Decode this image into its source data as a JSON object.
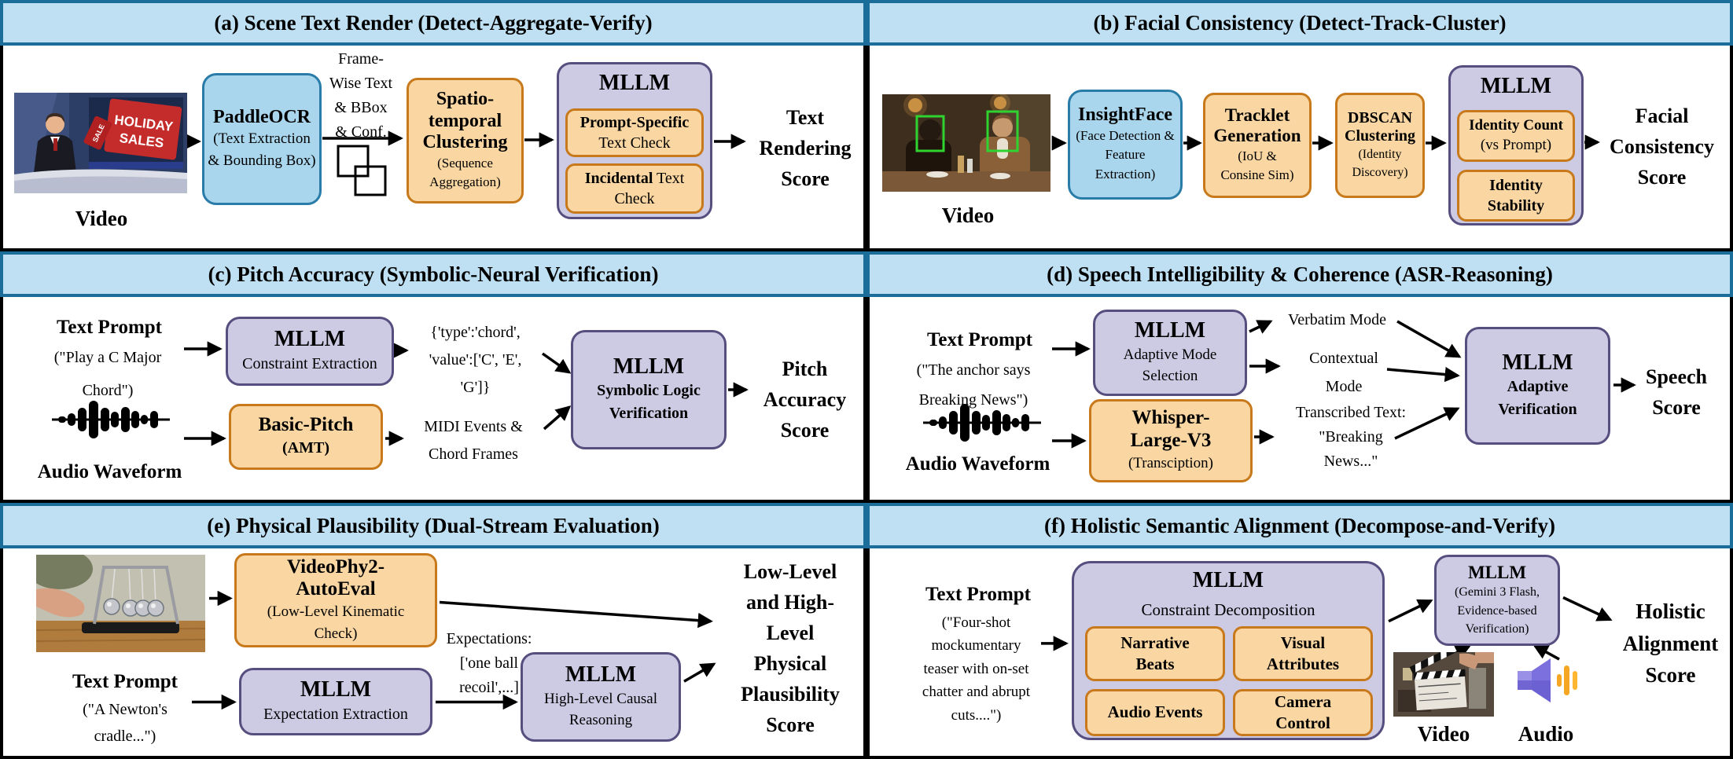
{
  "figure_title": "Multi-dimensional audio-video evaluation pipelines",
  "colors": {
    "header_fill": "#BEE0F2",
    "header_border": "#1A6E99",
    "panel_border": "#000000",
    "blue_box_fill": "#A9D6ED",
    "blue_box_border": "#2A7CA8",
    "orange_box_fill": "#FAD7A2",
    "orange_box_border": "#C8791B",
    "purple_box_fill": "#CDCAE4",
    "purple_box_border": "#564E7E",
    "face_box_green": "#2FD32F",
    "speaker_purple": "#7C70DE",
    "sound_wave_orange": "#F5A623"
  },
  "icons": {
    "waveform-icon": "black audio waveform blob glyph",
    "bbox-overlap-icon": "two overlapping square outlines",
    "speaker-icon": "purple loudspeaker with orange sound bars",
    "face-bbox-icon": "green face bounding rectangles"
  },
  "panels": {
    "a": {
      "header": "(a) Scene Text Render (Detect-Aggregate-Verify)",
      "video_label": "Video",
      "thumb": {
        "line1": "HOLIDAY",
        "line2": "SALES",
        "side_tag": "SALE"
      },
      "paddleocr": {
        "title": "PaddleOCR",
        "sub": "(Text Extraction\n& Bounding Box)"
      },
      "frame_label": "Frame-\nWise Text\n& BBox\n& Conf.",
      "spatio": {
        "title": "Spatio-\ntemporal\nClustering",
        "sub": "(Sequence\nAggregation)"
      },
      "mllm": {
        "title": "MLLM",
        "check1_bold": "Prompt-Specific",
        "check1_rest": "\nText Check",
        "check2_bold": "Incidental",
        "check2_rest": " Text\nCheck"
      },
      "score": "Text\nRendering\nScore"
    },
    "b": {
      "header": "(b) Facial Consistency (Detect-Track-Cluster)",
      "video_label": "Video",
      "insightface": {
        "title": "InsightFace",
        "sub": "(Face Detection &\nFeature\nExtraction)"
      },
      "tracklet": {
        "title": "Tracklet\nGeneration",
        "sub": "(IoU &\nConsine Sim)"
      },
      "dbscan": {
        "title": "DBSCAN\nClustering",
        "sub": "(Identity\nDiscovery)"
      },
      "mllm": {
        "title": "MLLM",
        "check1_bold": "Identity Count",
        "check1_rest": "\n(vs Prompt)",
        "check2_bold": "Identity\nStability"
      },
      "score": "Facial\nConsistency\nScore"
    },
    "c": {
      "header": "(c) Pitch Accuracy (Symbolic-Neural Verification)",
      "text_prompt": "Text Prompt",
      "prompt_quote": "(\"Play a C Major\nChord\")",
      "audio_label": "Audio Waveform",
      "mllm_ce": {
        "title": "MLLM",
        "sub": "Constraint Extraction"
      },
      "json_out": "{'type':'chord',\n'value':['C', 'E',\n'G']}",
      "basic_pitch": {
        "title": "Basic-Pitch",
        "sub": "(AMT)"
      },
      "midi_out": "MIDI Events &\nChord Frames",
      "mllm_slv": {
        "title": "MLLM",
        "sub": "Symbolic Logic\nVerification"
      },
      "score": "Pitch\nAccuracy\nScore"
    },
    "d": {
      "header": "(d) Speech Intelligibility & Coherence (ASR-Reasoning)",
      "text_prompt": "Text Prompt",
      "prompt_quote": "(\"The anchor says\nBreaking News\")",
      "audio_label": "Audio Waveform",
      "mllm_ams": {
        "title": "MLLM",
        "sub": "Adaptive Mode\nSelection"
      },
      "verbatim": "Verbatim Mode",
      "contextual": "Contextual\nMode",
      "whisper": {
        "title": "Whisper-\nLarge-V3",
        "sub": "(Transciption)"
      },
      "transcribed": "Transcribed Text:\n\"Breaking\nNews...\"",
      "mllm_av": {
        "title": "MLLM",
        "sub": "Adaptive\nVerification"
      },
      "score": "Speech\nScore"
    },
    "e": {
      "header": "(e) Physical Plausibility (Dual-Stream Evaluation)",
      "text_prompt": "Text Prompt",
      "prompt_quote": "(\"A Newton's\ncradle...\")",
      "videophy": {
        "title": "VideoPhy2-\nAutoEval",
        "sub": "(Low-Level Kinematic\nCheck)"
      },
      "mllm_ee": {
        "title": "MLLM",
        "sub": "Expectation Extraction"
      },
      "expectations": "Expectations:\n['one ball\nrecoil',...]",
      "mllm_hcr": {
        "title": "MLLM",
        "sub": "High-Level Causal\nReasoning"
      },
      "score": "Low-Level\nand High-\nLevel\nPhysical\nPlausibility\nScore"
    },
    "f": {
      "header": "(f) Holistic Semantic Alignment (Decompose-and-Verify)",
      "text_prompt": "Text Prompt",
      "prompt_quote": "(\"Four-shot\nmockumentary\nteaser with on-set\nchatter and abrupt\ncuts....\")",
      "mllm_cd": {
        "title": "MLLM",
        "sub": "Constraint Decomposition",
        "boxes": [
          "Narrative\nBeats",
          "Visual\nAttributes",
          "Audio Events",
          "Camera\nControl"
        ]
      },
      "mllm_ver": {
        "title": "MLLM",
        "sub": "(Gemini 3 Flash,\nEvidence-based\nVerification)"
      },
      "video_label": "Video",
      "audio_label": "Audio",
      "score": "Holistic\nAlignment\nScore"
    }
  }
}
